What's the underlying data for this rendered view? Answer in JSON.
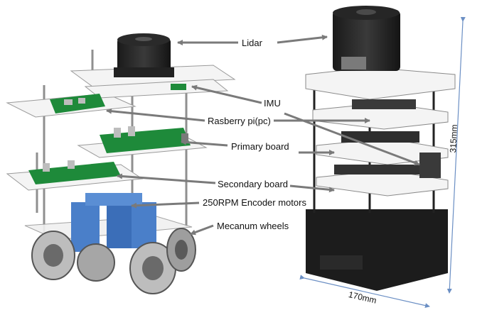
{
  "labels": {
    "lidar": "Lidar",
    "imu": "IMU",
    "raspberry": "Rasberry pi(pc)",
    "primary": "Primary board",
    "secondary": "Secondary board",
    "motors": "250RPM Encoder motors",
    "wheels": "Mecanum wheels"
  },
  "dimensions": {
    "height": "315mm",
    "width": "170mm"
  },
  "colors": {
    "arrow": "#7a7a7a",
    "dimension_line": "#6b8fc4",
    "pcb": "#1e8a3a",
    "motor": "#4a7fc9",
    "chassis": "#1c1c1c",
    "plate": "#f4f4f4"
  }
}
